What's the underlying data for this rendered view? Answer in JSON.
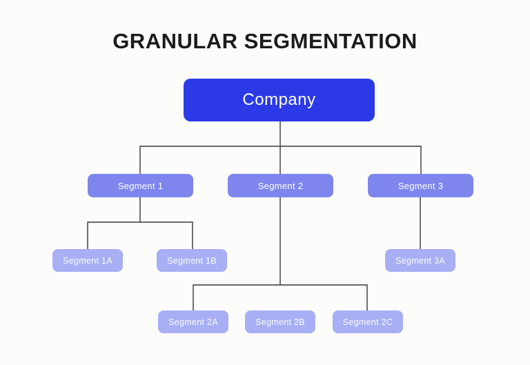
{
  "title": "GRANULAR SEGMENTATION",
  "colors": {
    "background": "#fcfcfa",
    "root_fill": "#2b3ae6",
    "branch_fill": "#7e86ee",
    "leaf_fill": "#a9aff4",
    "connector_line": "#363636",
    "title_text": "#1b1b1b",
    "node_text": "#ffffff"
  },
  "diagram": {
    "type": "org-chart",
    "nodes": {
      "company": {
        "label": "Company",
        "level": 1,
        "parent": null
      },
      "seg1": {
        "label": "Segment 1",
        "level": 2,
        "parent": "company"
      },
      "seg2": {
        "label": "Segment 2",
        "level": 2,
        "parent": "company"
      },
      "seg3": {
        "label": "Segment 3",
        "level": 2,
        "parent": "company"
      },
      "seg1a": {
        "label": "Segment 1A",
        "level": 3,
        "parent": "seg1"
      },
      "seg1b": {
        "label": "Segment 1B",
        "level": 3,
        "parent": "seg1"
      },
      "seg2a": {
        "label": "Segment 2A",
        "level": 3,
        "parent": "seg2"
      },
      "seg2b": {
        "label": "Segment 2B",
        "level": 3,
        "parent": "seg2"
      },
      "seg2c": {
        "label": "Segment 2C",
        "level": 3,
        "parent": "seg2"
      },
      "seg3a": {
        "label": "Segment 3A",
        "level": 3,
        "parent": "seg3"
      }
    }
  }
}
